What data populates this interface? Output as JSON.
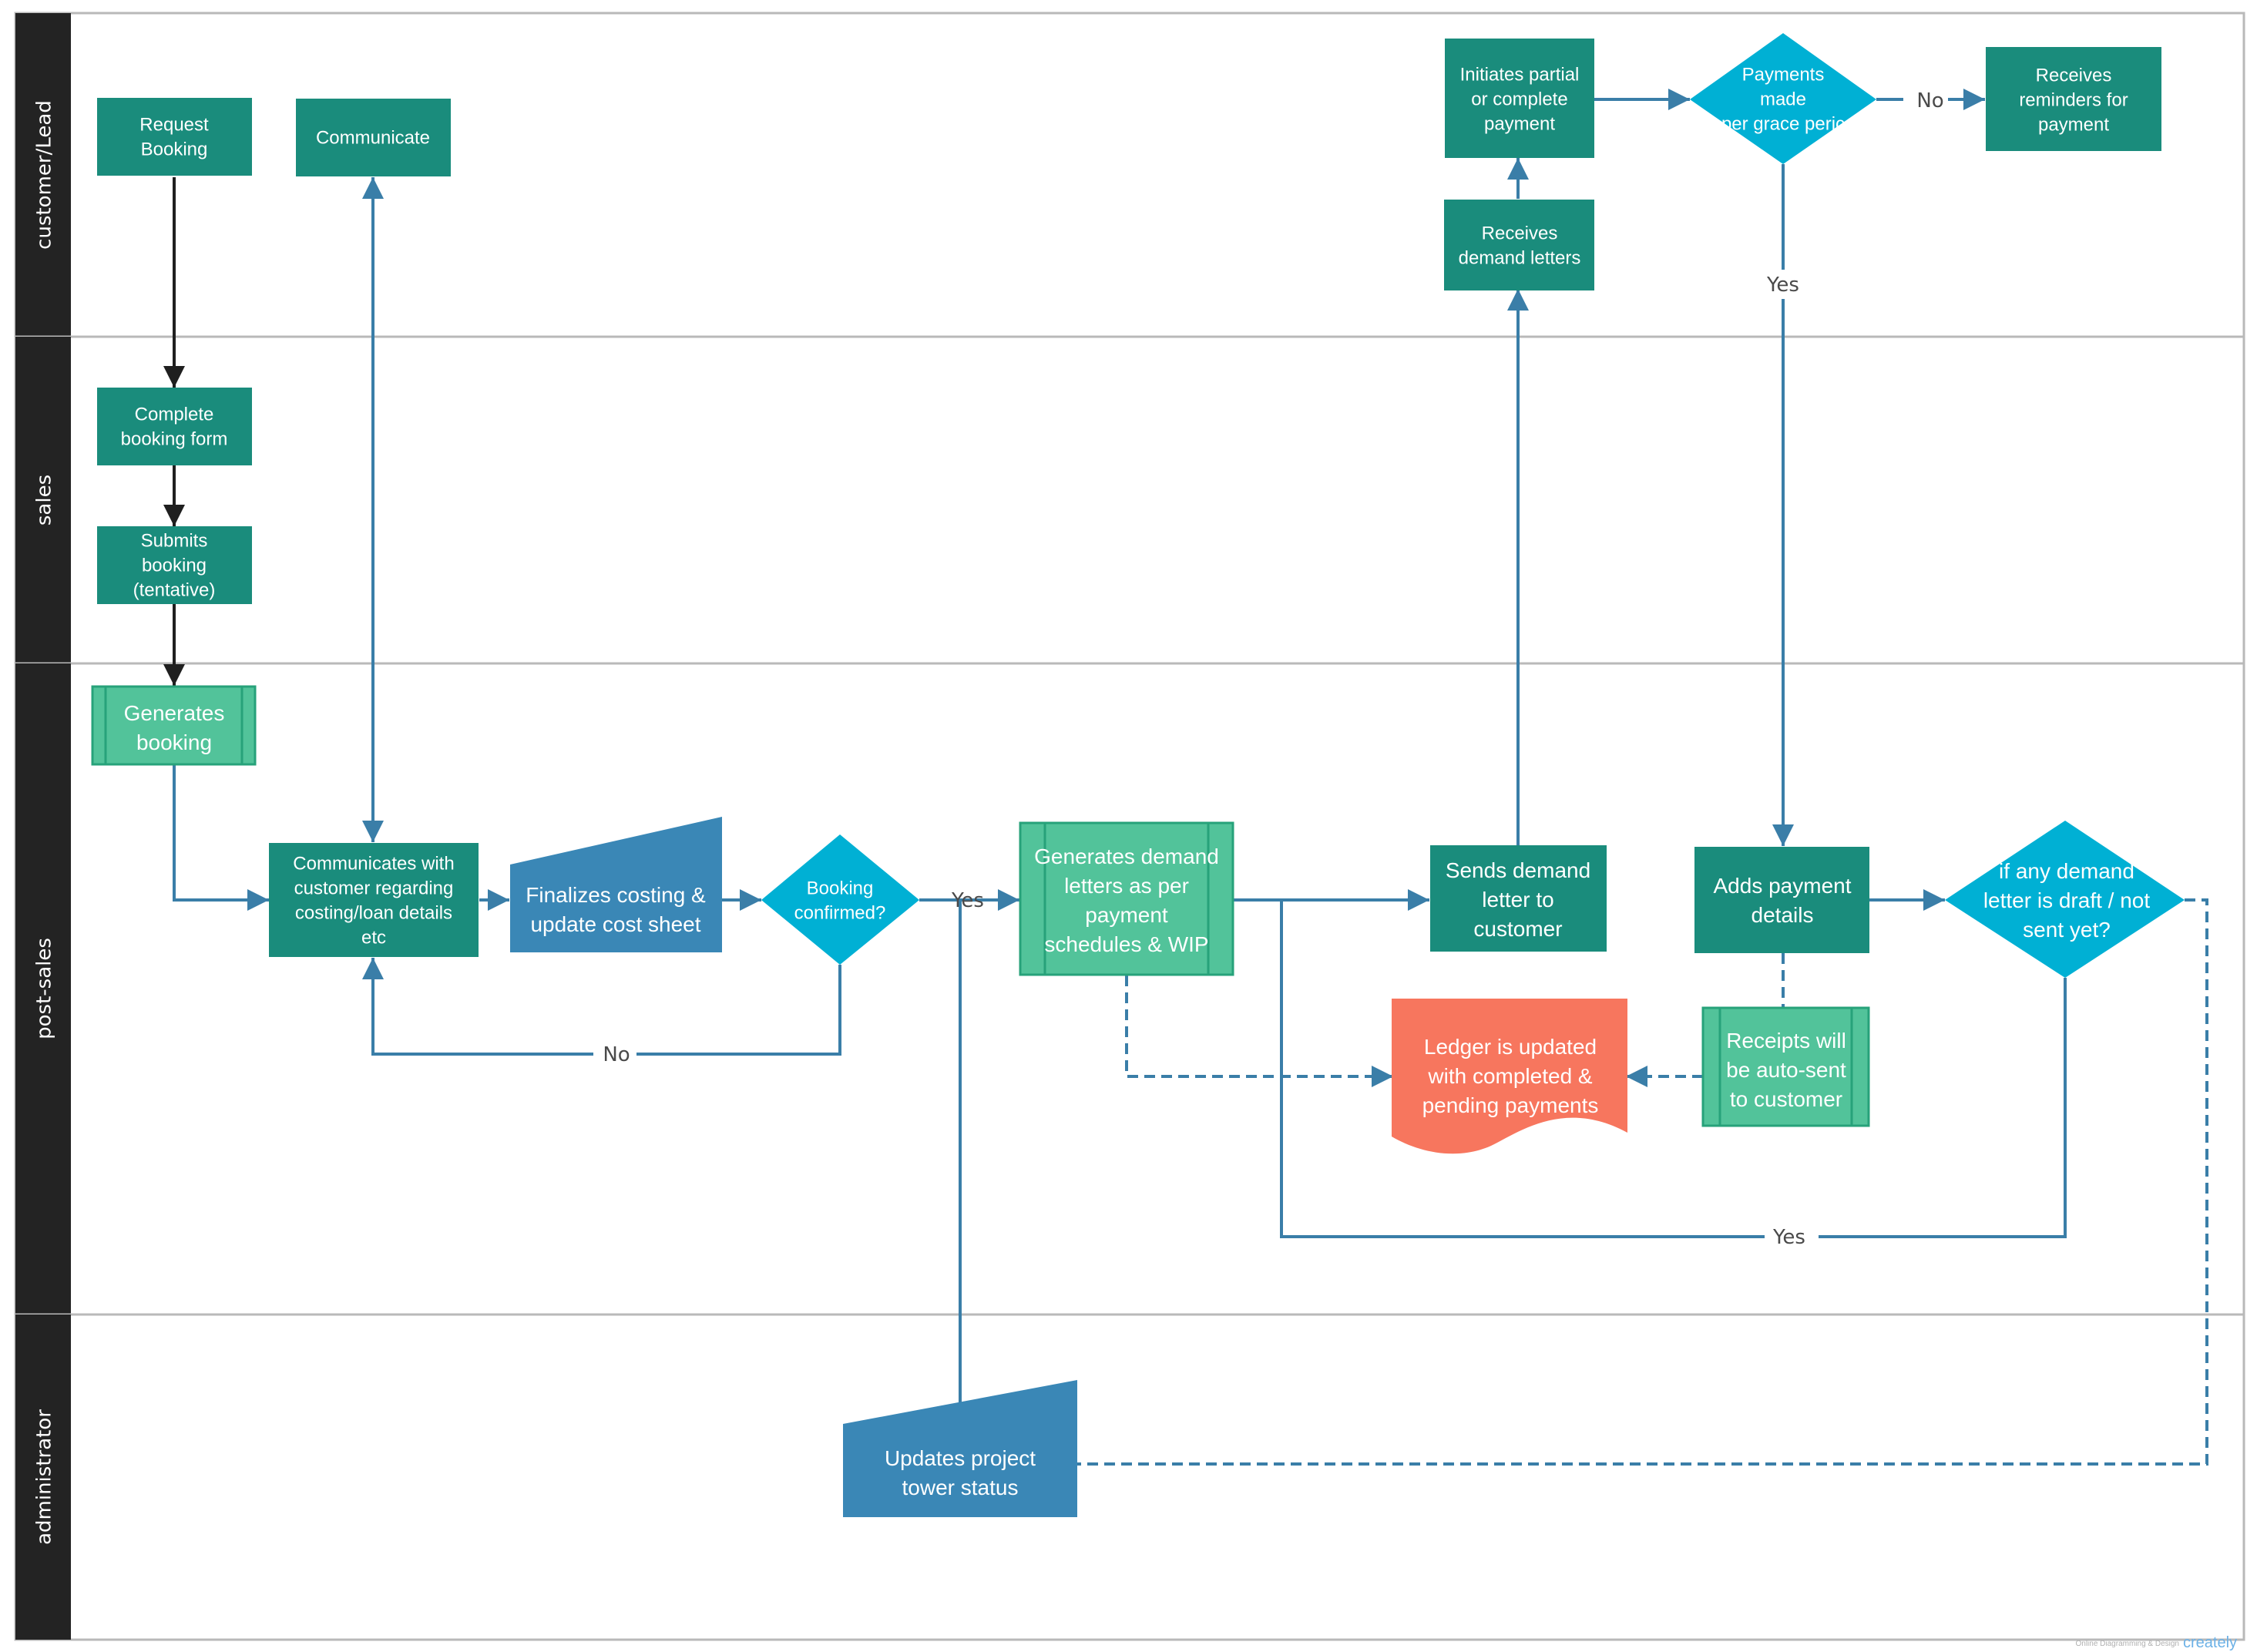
{
  "colors": {
    "lane_header": "#232323",
    "lane_border": "#b9b9b9",
    "process": "#1a8c7c",
    "subprocess": "#52c39a",
    "subprocess_border": "#27a27a",
    "decision": "#00b0d4",
    "manual": "#3a87b6",
    "document": "#f7765e",
    "flow": "#3a7ea8",
    "flow_dark": "#1f1f1f",
    "label_text": "#4a4a4a"
  },
  "lanes": [
    {
      "id": "customer",
      "label": "customer/Lead"
    },
    {
      "id": "sales",
      "label": "sales"
    },
    {
      "id": "post_sales",
      "label": "post-sales"
    },
    {
      "id": "administrator",
      "label": "administrator"
    }
  ],
  "nodes": {
    "request_booking": {
      "shape": "process",
      "lines": [
        "Request",
        "Booking"
      ]
    },
    "communicate": {
      "shape": "process",
      "lines": [
        "Communicate"
      ]
    },
    "initiates_payment": {
      "shape": "process",
      "lines": [
        "Initiates partial",
        "or complete",
        "payment"
      ]
    },
    "payments_decision": {
      "shape": "decision",
      "lines": [
        "Payments",
        "made",
        "per grace peric"
      ]
    },
    "receives_reminders": {
      "shape": "process",
      "lines": [
        "Receives",
        "reminders for",
        "payment"
      ]
    },
    "receives_demand": {
      "shape": "process",
      "lines": [
        "Receives",
        "demand letters"
      ]
    },
    "complete_form": {
      "shape": "process",
      "lines": [
        "Complete",
        "booking form"
      ]
    },
    "submits_booking": {
      "shape": "process",
      "lines": [
        "Submits",
        "booking",
        "(tentative)"
      ]
    },
    "generates_booking": {
      "shape": "subprocess",
      "lines": [
        "Generates",
        "booking"
      ]
    },
    "communicates_customer": {
      "shape": "process",
      "lines": [
        "Communicates with",
        "customer regarding",
        "costing/loan details",
        "etc"
      ]
    },
    "finalizes_costing": {
      "shape": "manual",
      "lines": [
        "Finalizes costing &",
        "update cost sheet"
      ]
    },
    "booking_confirmed": {
      "shape": "decision",
      "lines": [
        "Booking",
        "confirmed?"
      ]
    },
    "generates_demand": {
      "shape": "subprocess",
      "lines": [
        "Generates demand",
        "letters as per",
        "payment",
        "schedules & WIP"
      ]
    },
    "sends_demand": {
      "shape": "process",
      "lines": [
        "Sends demand",
        "letter to",
        "customer"
      ]
    },
    "adds_payment": {
      "shape": "process",
      "lines": [
        "Adds payment",
        "details"
      ]
    },
    "draft_decision": {
      "shape": "decision",
      "lines": [
        "if any demand",
        "letter is  draft / not",
        "sent yet?"
      ]
    },
    "ledger_updated": {
      "shape": "document",
      "lines": [
        "Ledger is updated",
        "with completed &",
        "pending payments"
      ]
    },
    "receipts_auto": {
      "shape": "subprocess",
      "lines": [
        "Receipts will",
        "be auto-sent",
        "to customer"
      ]
    },
    "updates_tower": {
      "shape": "manual",
      "lines": [
        "Updates project",
        "tower status"
      ]
    }
  },
  "edge_labels": {
    "no_reminders": "No",
    "yes_payments": "Yes",
    "yes_booking": "Yes",
    "no_booking": "No",
    "yes_draft": "Yes"
  },
  "watermark": "Online Diagramming & Design",
  "brand": "creately"
}
